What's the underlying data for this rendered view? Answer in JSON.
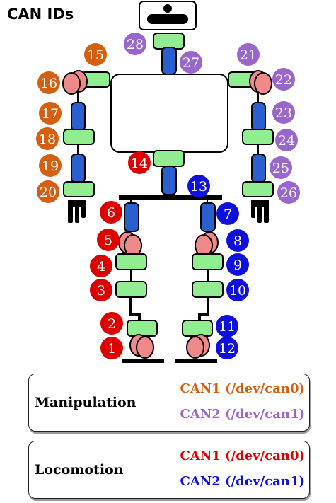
{
  "title": "CAN IDs",
  "colors": {
    "manip_can0": "#d35f0f",
    "manip_can1": "#9966cc",
    "loco_can0": "#dd0000",
    "loco_can1": "#1010dd",
    "joint_green": "#90ee90",
    "joint_blue": "#2a5fd0",
    "joint_pink": "#f08a8a"
  },
  "joints": {
    "manip_left": [
      "15",
      "16",
      "17",
      "18",
      "19",
      "20"
    ],
    "manip_right": [
      "21",
      "22",
      "23",
      "24",
      "25",
      "26"
    ],
    "head": [
      "27",
      "28"
    ],
    "torso": [
      "13",
      "14"
    ],
    "loco_left": [
      "1",
      "2",
      "3",
      "4",
      "5",
      "6"
    ],
    "loco_right": [
      "7",
      "8",
      "9",
      "10",
      "11",
      "12"
    ]
  },
  "legend": {
    "manipulation": {
      "label": "Manipulation",
      "can0": "CAN1 (/dev/can0)",
      "can1": "CAN2 (/dev/can1)"
    },
    "locomotion": {
      "label": "Locomotion",
      "can0": "CAN1 (/dev/can0)",
      "can1": "CAN2 (/dev/can1)"
    }
  }
}
